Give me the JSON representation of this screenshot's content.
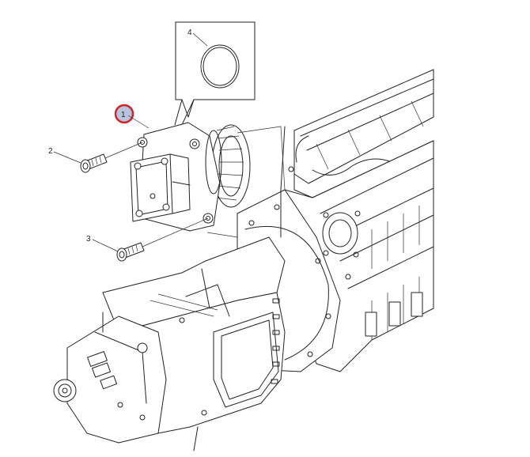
{
  "diagram": {
    "callouts": [
      {
        "label": "1",
        "highlighted": true
      },
      {
        "label": "2",
        "highlighted": false
      },
      {
        "label": "3",
        "highlighted": false
      },
      {
        "label": "4",
        "highlighted": false
      }
    ]
  },
  "colors": {
    "line": "#222222",
    "highlight_ring": "#d2232a",
    "highlight_fill": "#b8c4dc",
    "background": "#ffffff"
  }
}
